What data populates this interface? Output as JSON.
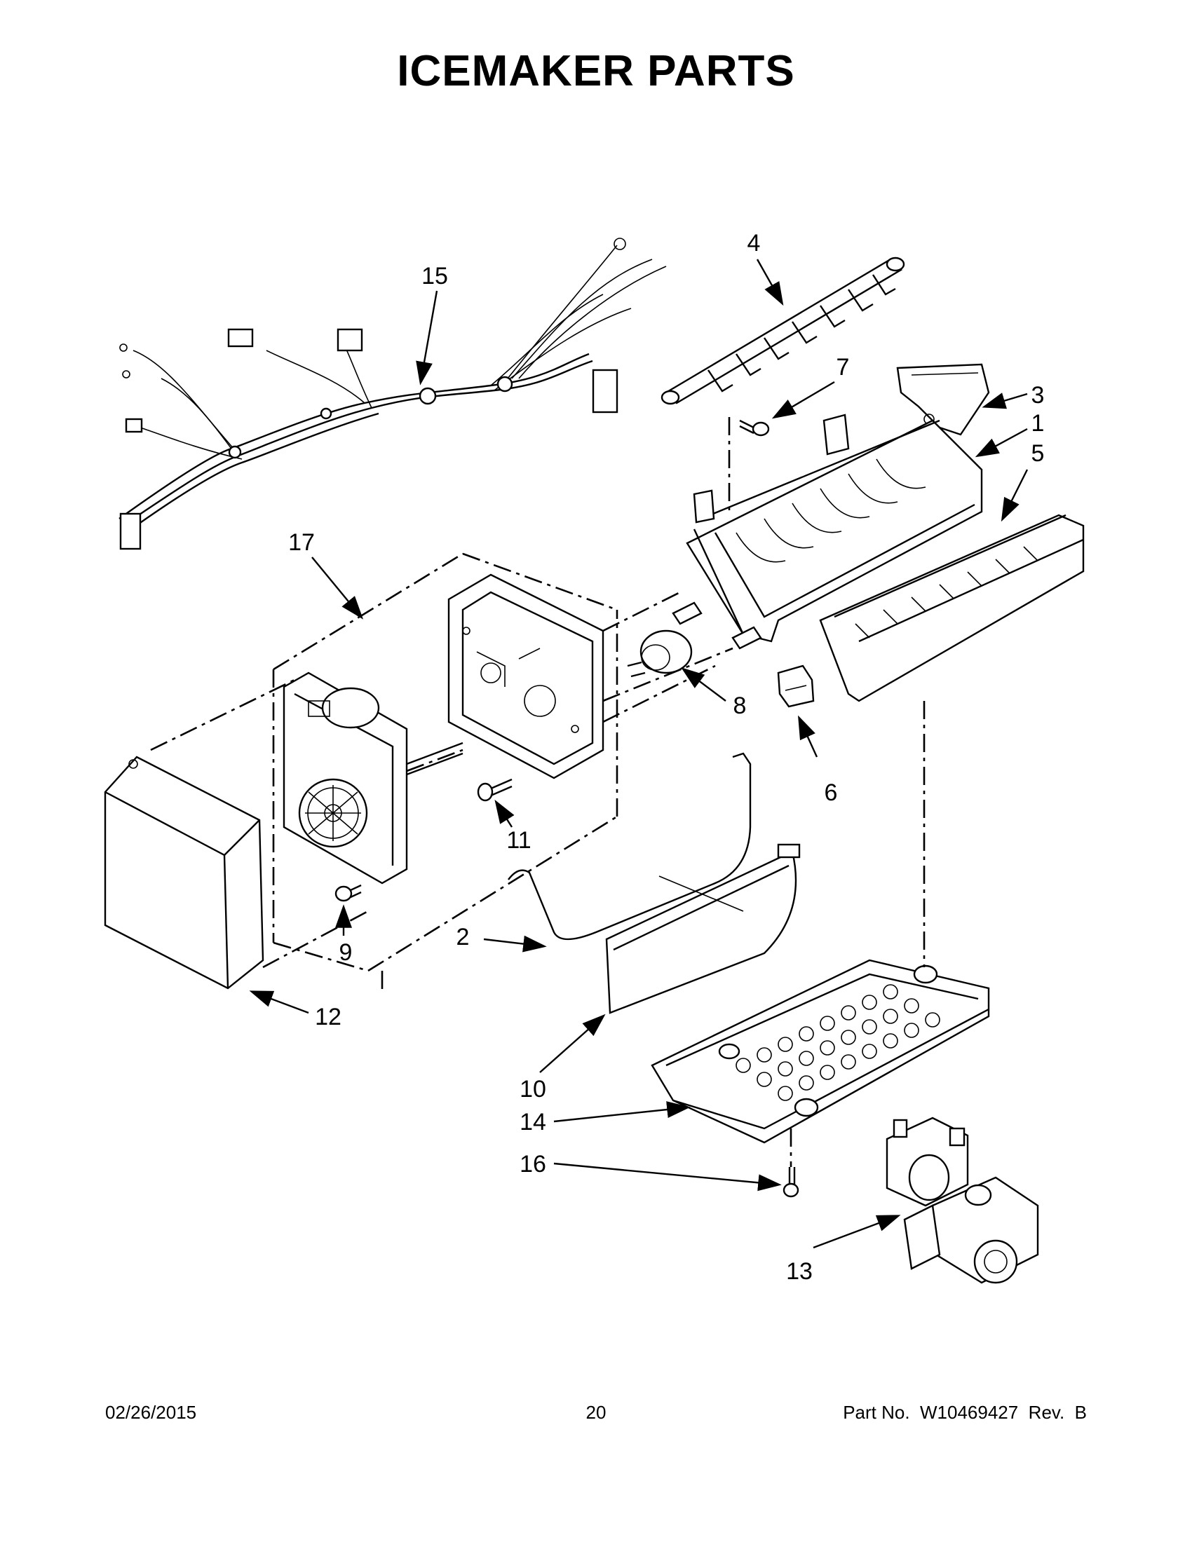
{
  "page": {
    "title": "ICEMAKER PARTS",
    "footer": {
      "date": "02/26/2015",
      "page_number": "20",
      "part_number": "Part No.  W10469427  Rev.  B"
    }
  },
  "callouts": [
    "1",
    "2",
    "3",
    "4",
    "5",
    "6",
    "7",
    "8",
    "9",
    "10",
    "11",
    "12",
    "13",
    "14",
    "15",
    "16",
    "17"
  ]
}
